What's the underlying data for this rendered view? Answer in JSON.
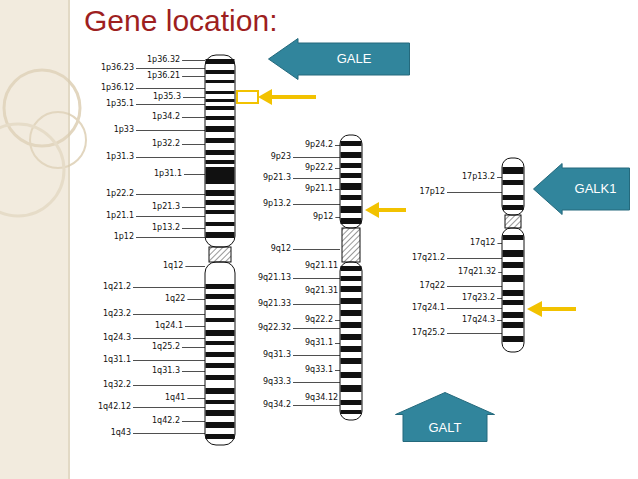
{
  "diagram": {
    "title": "Gene location:",
    "nodes": [
      {
        "text": [
          "GALE"
        ]
      },
      {
        "text": [
          "GALK1"
        ]
      },
      {
        "text": [
          "GALT"
        ]
      }
    ],
    "labels": [
      "1p36.32",
      "1p36.23",
      "1p36.21",
      "1p36.12",
      "1p35.3",
      "1p35.1",
      "1p34.2",
      "1p33",
      "1p32.2",
      "1p31.3",
      "1p31.1",
      "1p22.2",
      "1p21.3",
      "1p21.1",
      "1p13.2",
      "1p12",
      "1q12",
      "1q21.2",
      "1q22",
      "1q23.2",
      "1q24.1",
      "1q24.3",
      "1q25.2",
      "1q31.1",
      "1q31.3",
      "1q32.2",
      "1q41",
      "1q42.12",
      "1q42.2",
      "1q43",
      "9p24.2",
      "9p23",
      "9p22.2",
      "9p21.3",
      "9p21.1",
      "9p13.2",
      "9p12",
      "9q12",
      "9q21.11",
      "9q21.13",
      "9q21.31",
      "9q21.33",
      "9q22.2",
      "9q22.32",
      "9q31.1",
      "9q31.3",
      "9q33.1",
      "9q33.3",
      "9q34.12",
      "9q34.2",
      "17p13.2",
      "17p12",
      "17q12",
      "17q21.2",
      "17q21.32",
      "17q22",
      "17q23.2",
      "17q24.1",
      "17q24.3",
      "17q25.2"
    ]
  }
}
